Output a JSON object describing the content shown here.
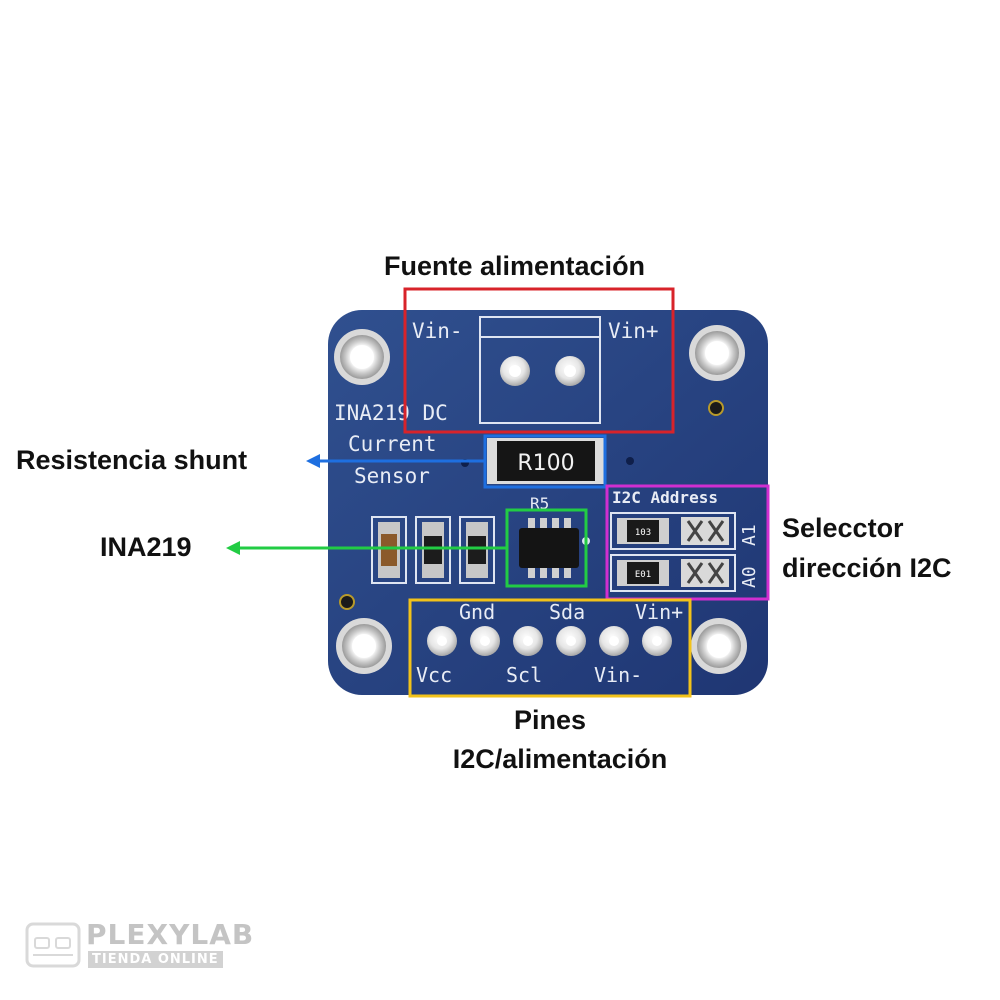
{
  "labels": {
    "power_source": "Fuente alimentación",
    "shunt": "Resistencia shunt",
    "chip": "INA219",
    "i2c_selector_line1": "Selecctor",
    "i2c_selector_line2": "dirección I2C",
    "pins_line1": "Pines",
    "pins_line2": "I2C/alimentación"
  },
  "board": {
    "title_line1": "INA219 DC",
    "title_line2": "Current",
    "title_line3": "Sensor",
    "terminal_left": "Vin-",
    "terminal_right": "Vin+",
    "shunt_marking": "R100",
    "resistor_ref": "R5",
    "i2c_address_label": "I2C Address",
    "addr_pads": [
      "A1",
      "A0"
    ],
    "smd_codes": [
      "103",
      "E01"
    ],
    "pins_top": [
      "Gnd",
      "Sda",
      "Vin+"
    ],
    "pins_bottom": [
      "Vcc",
      "Scl",
      "Vin-"
    ]
  },
  "colors": {
    "power_box": "#d8232a",
    "shunt_box": "#1e6fe0",
    "chip_box": "#22cc44",
    "i2c_box": "#d02fd0",
    "pins_box": "#f2c21a",
    "pcb": "#27408a"
  },
  "watermark": {
    "brand": "PLEXYLAB",
    "tagline": "TIENDA ONLINE"
  }
}
